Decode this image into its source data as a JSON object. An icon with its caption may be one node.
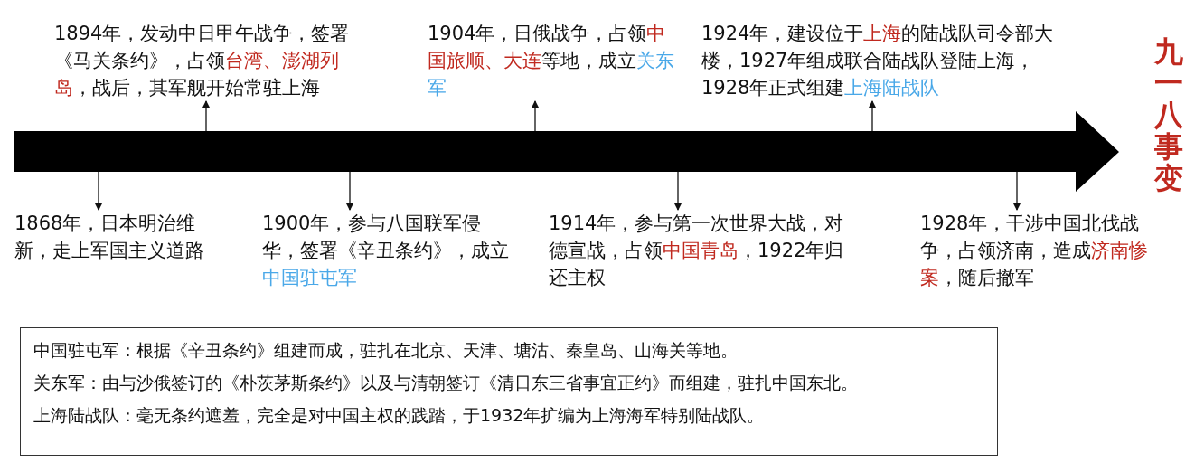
{
  "diagram": {
    "nodes": [
      {
        "text": [],
        "shape": "arrow"
      },
      {
        "text": [
          "1868年，日本明治维新，走上军国主义道路"
        ]
      },
      {
        "text": [
          "1894年，发动中日甲午战争，签署《马关条约》，占领**台湾、澎湖列岛**，战后，其军舰开始常驻上海"
        ]
      },
      {
        "text": [
          "1900年，参与八国联军侵华，签署《辛丑条约》，成立**中国驻屯军**"
        ]
      },
      {
        "text": [
          "1904年，日俄战争，占领**中国旅顺、大连**等地，成立**关东军**"
        ]
      },
      {
        "text": [
          "1914年，参与第一次世界大战，对德宣战，占领**中国青岛**，1922年归还主权"
        ]
      },
      {
        "text": [
          "1924年，建设位于**上海**的陆战队司令部大楼，1927年组成联合陆战队登陆上海，1928年正式组建**上海陆战队**"
        ]
      },
      {
        "text": [
          "1928年，干涉中国北伐战争，占领济南，造成**济南惨案**，随后撤军"
        ]
      },
      {
        "text": [
          "中国驻屯军：根据《辛丑条约》组建而成，驻扎在北京、天津、塘沽、秦皇岛、山海关等地。",
          "关东军：由与沙俄签订的《朴茨茅斯条约》以及与清朝签订《清日东三省事宜正约》而组建，驻扎中国东北。",
          "上海陆战队：毫无条约遮羞，完全是对中国主权的践踏，于1932年扩编为上海海军特别陆战队。"
        ]
      }
    ],
    "edges": [
      {
        "from": 0,
        "to": 1,
        "arrow": "to"
      },
      {
        "from": 0,
        "to": 2,
        "arrow": "to"
      },
      {
        "from": 0,
        "to": 3,
        "arrow": "to"
      },
      {
        "from": 0,
        "to": 4,
        "arrow": "to"
      },
      {
        "from": 0,
        "to": 5,
        "arrow": "to"
      },
      {
        "from": 0,
        "to": 6,
        "arrow": "to"
      },
      {
        "from": 0,
        "to": 7,
        "arrow": "to"
      }
    ],
    "labels": [
      "九一八事变"
    ]
  }
}
